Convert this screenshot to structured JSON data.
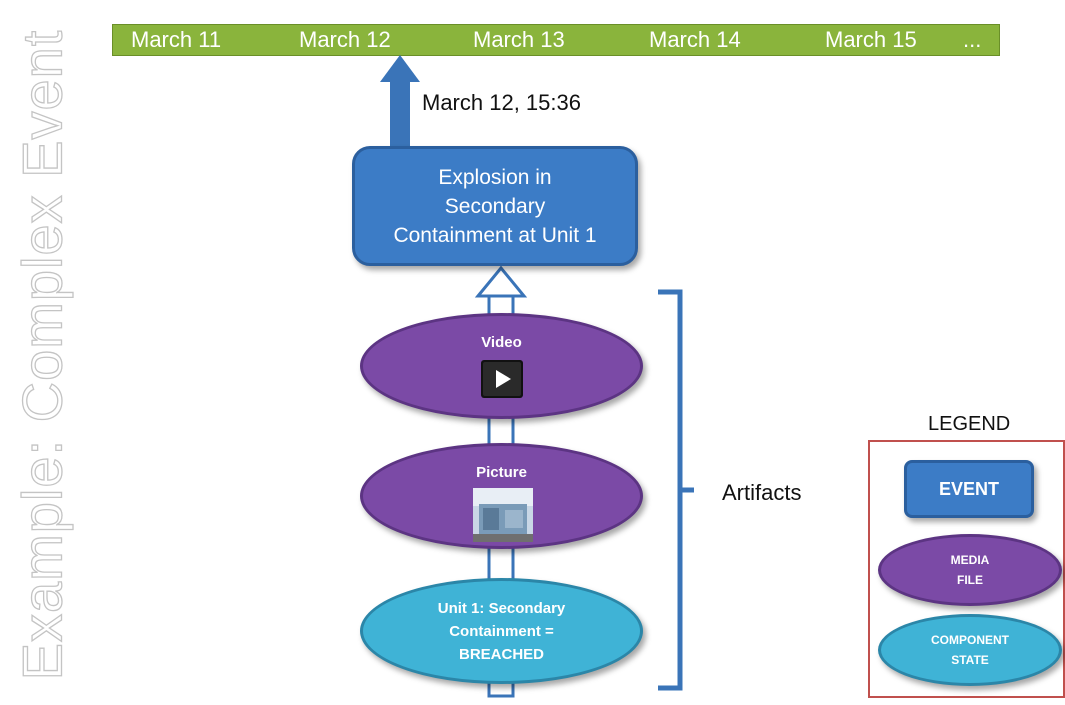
{
  "side_title": "Example: Complex Event",
  "timeline": {
    "labels": [
      "March 11",
      "March 12",
      "March 13",
      "March 14",
      "March 15",
      "..."
    ]
  },
  "timestamp_label": "March 12, 15:36",
  "event": {
    "lines": [
      "Explosion in",
      "Secondary",
      "Containment at Unit 1"
    ]
  },
  "artifacts": {
    "video": {
      "label": "Video",
      "icon": "play-icon"
    },
    "picture": {
      "label": "Picture",
      "icon": "photo-thumbnail"
    },
    "component": {
      "lines": [
        "Unit 1: Secondary",
        "Containment =",
        "BREACHED"
      ]
    },
    "bracket_label": "Artifacts"
  },
  "legend": {
    "title": "LEGEND",
    "event_label": "EVENT",
    "media_lines": [
      "MEDIA",
      "FILE"
    ],
    "component_lines": [
      "COMPONENT",
      "STATE"
    ]
  },
  "colors": {
    "timeline": "#8ab43c",
    "event": "#3c7cc6",
    "media": "#7b4aa6",
    "component": "#3fb3d6",
    "connector": "#3a74b8",
    "legend_border": "#c0504d"
  }
}
